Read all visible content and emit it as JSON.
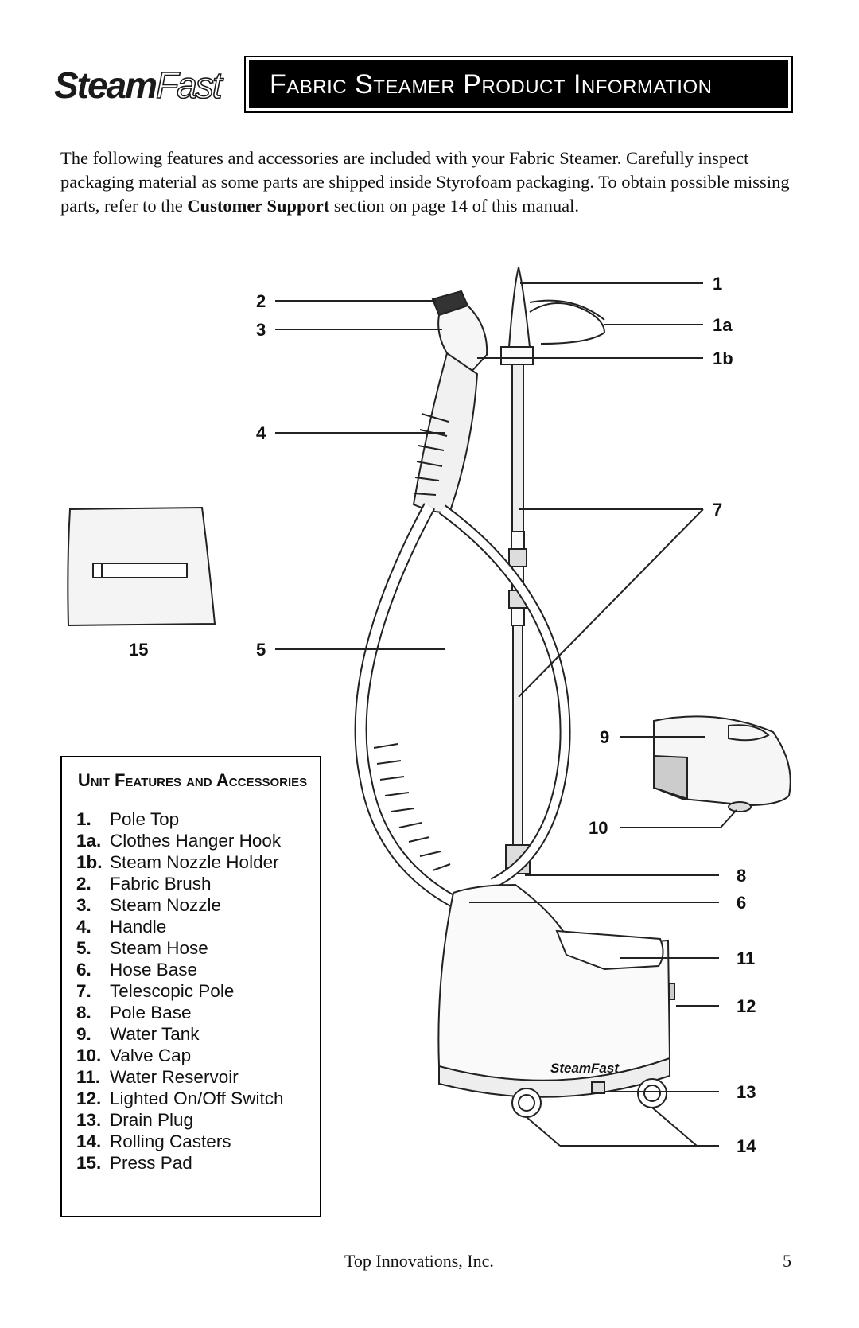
{
  "header": {
    "logo_part1": "Steam",
    "logo_part2": "Fast",
    "title": "Fabric Steamer Product Information"
  },
  "intro": {
    "text_before": "The following features and accessories are included with your Fabric Steamer.  Carefully inspect packaging material as some parts are shipped inside Styrofoam packaging.  To obtain possible missing parts, refer to the ",
    "bold": "Customer Support",
    "text_after": " section on page 14 of this manual."
  },
  "diagram": {
    "callouts": [
      "1",
      "1a",
      "1b",
      "2",
      "3",
      "4",
      "5",
      "6",
      "7",
      "8",
      "9",
      "10",
      "11",
      "12",
      "13",
      "14",
      "15"
    ],
    "body_logo": "SteamFast"
  },
  "features": {
    "title": "Unit Features and Accessories",
    "items": [
      {
        "num": "1.",
        "label": "Pole Top"
      },
      {
        "num": "1a.",
        "label": "Clothes Hanger Hook"
      },
      {
        "num": "1b.",
        "label": "Steam Nozzle Holder"
      },
      {
        "num": "2.",
        "label": "Fabric Brush"
      },
      {
        "num": "3.",
        "label": "Steam Nozzle"
      },
      {
        "num": "4.",
        "label": "Handle"
      },
      {
        "num": "5.",
        "label": "Steam Hose"
      },
      {
        "num": "6.",
        "label": "Hose Base"
      },
      {
        "num": "7.",
        "label": "Telescopic Pole"
      },
      {
        "num": "8.",
        "label": "Pole Base"
      },
      {
        "num": "9.",
        "label": "Water Tank"
      },
      {
        "num": "10.",
        "label": "Valve Cap"
      },
      {
        "num": "11.",
        "label": "Water Reservoir"
      },
      {
        "num": "12.",
        "label": "Lighted On/Off Switch"
      },
      {
        "num": "13.",
        "label": "Drain Plug"
      },
      {
        "num": "14.",
        "label": "Rolling Casters"
      },
      {
        "num": "15.",
        "label": "Press Pad"
      }
    ]
  },
  "footer": {
    "company": "Top Innovations, Inc.",
    "page_number": "5"
  }
}
